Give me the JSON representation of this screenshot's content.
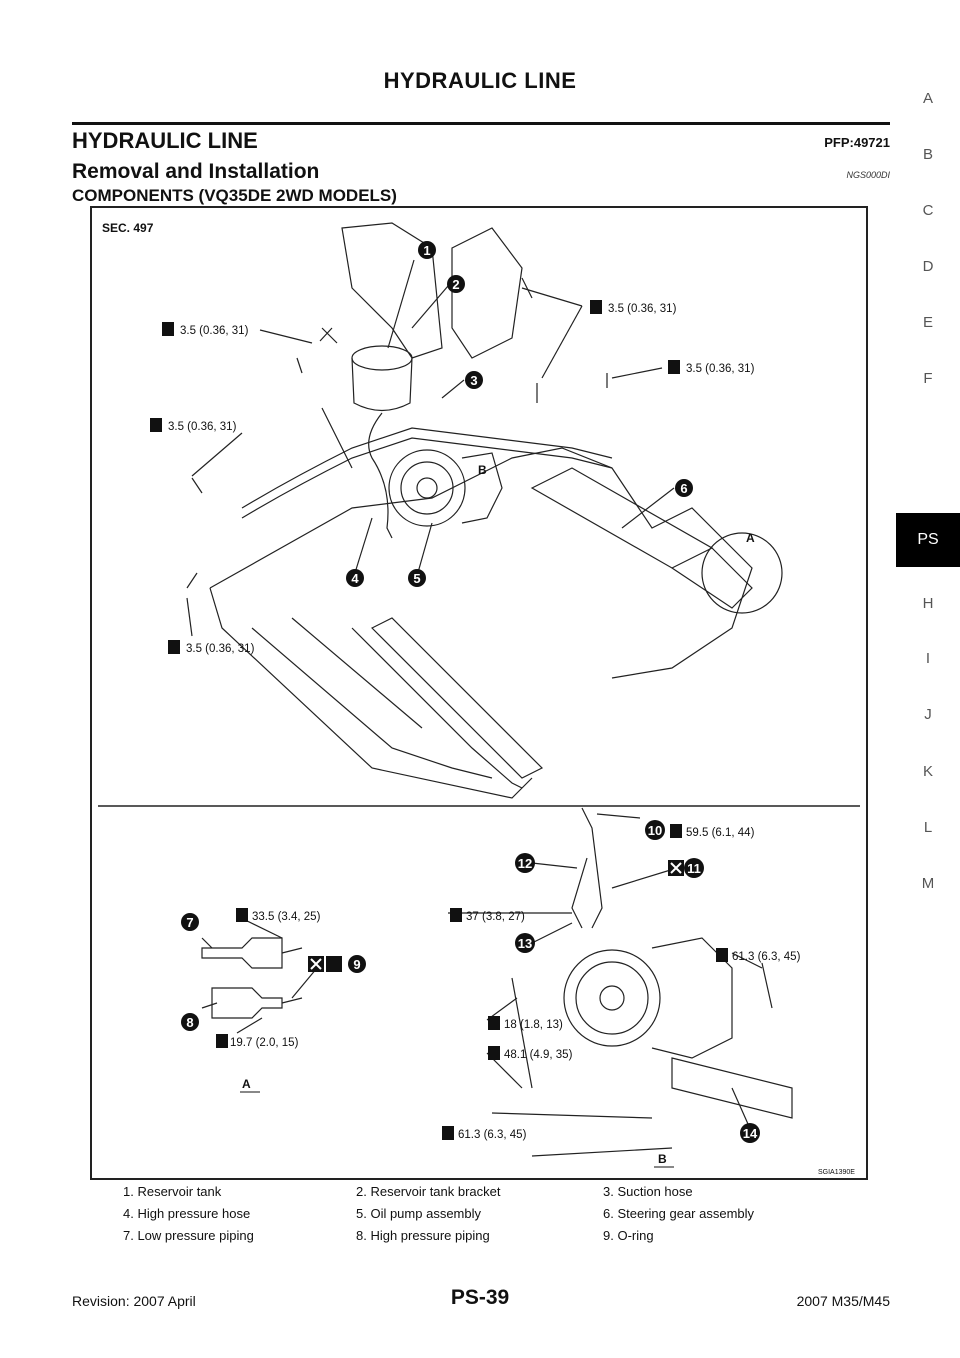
{
  "header": {
    "title": "HYDRAULIC LINE"
  },
  "section": {
    "title": "HYDRAULIC LINE",
    "pfp": "PFP:49721",
    "subtitle": "Removal and Installation",
    "ngs": "NGS000DI",
    "components_title": "COMPONENTS (VQ35DE 2WD MODELS)"
  },
  "side_index": {
    "letters": [
      "A",
      "B",
      "C",
      "D",
      "E",
      "F",
      "PS",
      "H",
      "I",
      "J",
      "K",
      "L",
      "M"
    ],
    "active": "PS"
  },
  "figure": {
    "sec_label": "SEC. 497",
    "figure_id": "SGIA1390E",
    "section_labels": {
      "a": "A",
      "b": "B"
    },
    "torque_specs": {
      "t1": "3.5 (0.36, 31)",
      "t2": "3.5 (0.36, 31)",
      "t3": "3.5 (0.36, 31)",
      "t4": "3.5 (0.36, 31)",
      "t5": "3.5 (0.36, 31)",
      "t6": "59.5 (6.1, 44)",
      "t7": "33.5 (3.4, 25)",
      "t8": "37 (3.8, 27)",
      "t9": "61.3 (6.3, 45)",
      "t10": "18 (1.8, 13)",
      "t11": "19.7 (2.0, 15)",
      "t12": "48.1 (4.9, 35)",
      "t13": "61.3 (6.3, 45)"
    },
    "callouts": [
      "1",
      "2",
      "3",
      "4",
      "5",
      "6",
      "7",
      "8",
      "9",
      "10",
      "11",
      "12",
      "13",
      "14"
    ],
    "detail_labels": {
      "a": "A",
      "b": "B"
    }
  },
  "legend": {
    "rows": [
      [
        "1.    Reservoir tank",
        "2.    Reservoir tank bracket",
        "3.    Suction hose"
      ],
      [
        "4.    High pressure hose",
        "5.    Oil pump assembly",
        "6.    Steering gear assembly"
      ],
      [
        "7.    Low pressure piping",
        "8.    High pressure piping",
        "9.    O-ring"
      ]
    ]
  },
  "footer": {
    "revision": "Revision: 2007 April",
    "page": "PS-39",
    "model": "2007 M35/M45"
  }
}
